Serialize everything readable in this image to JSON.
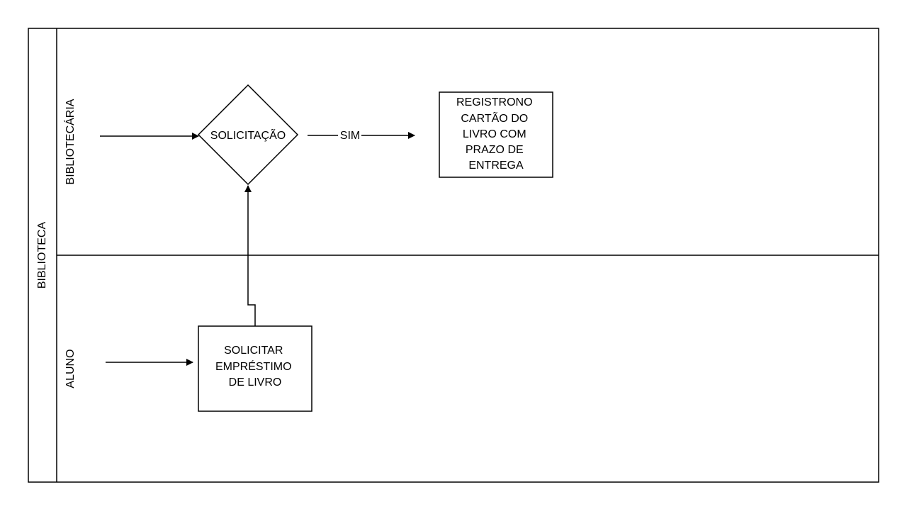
{
  "pool": {
    "label": "BIBLIOTECA"
  },
  "lanes": [
    {
      "id": "bibliotecaria",
      "label": "BIBLIOTECÁRIA"
    },
    {
      "id": "aluno",
      "label": "ALUNO"
    }
  ],
  "nodes": {
    "decision": {
      "label": "SOLICITAÇÃO"
    },
    "register": {
      "lines": [
        "REGISTRONO",
        "CARTÃO DO",
        "LIVRO COM",
        "PRAZO DE",
        "ENTREGA"
      ]
    },
    "request": {
      "lines": [
        "SOLICITAR",
        "EMPRÉSTIMO",
        "DE LIVRO"
      ]
    }
  },
  "edges": {
    "decision_to_register": {
      "label": "SIM"
    }
  },
  "colors": {
    "stroke": "#000000",
    "background": "#ffffff"
  }
}
